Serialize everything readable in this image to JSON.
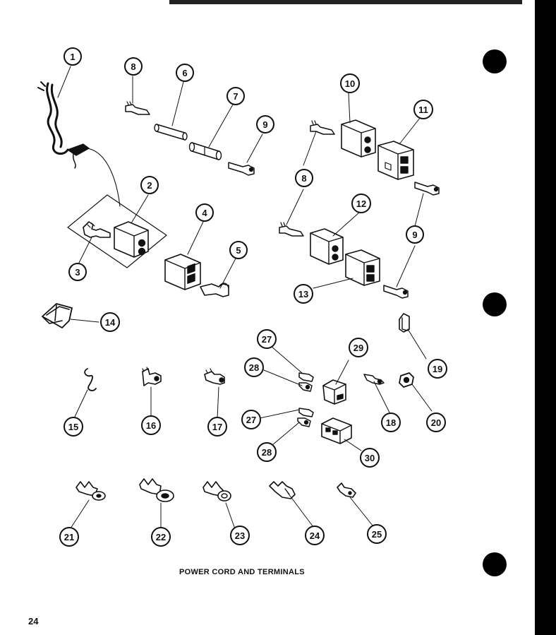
{
  "caption": "POWER CORD AND TERMINALS",
  "page_number": "24",
  "callouts": [
    "1",
    "2",
    "3",
    "4",
    "5",
    "6",
    "7",
    "8",
    "9",
    "10",
    "11",
    "12",
    "13",
    "14",
    "15",
    "16",
    "17",
    "18",
    "19",
    "20",
    "21",
    "22",
    "23",
    "24",
    "25",
    "27",
    "28",
    "29",
    "30"
  ],
  "colors": {
    "ink": "#111111",
    "paper": "#ffffff"
  }
}
